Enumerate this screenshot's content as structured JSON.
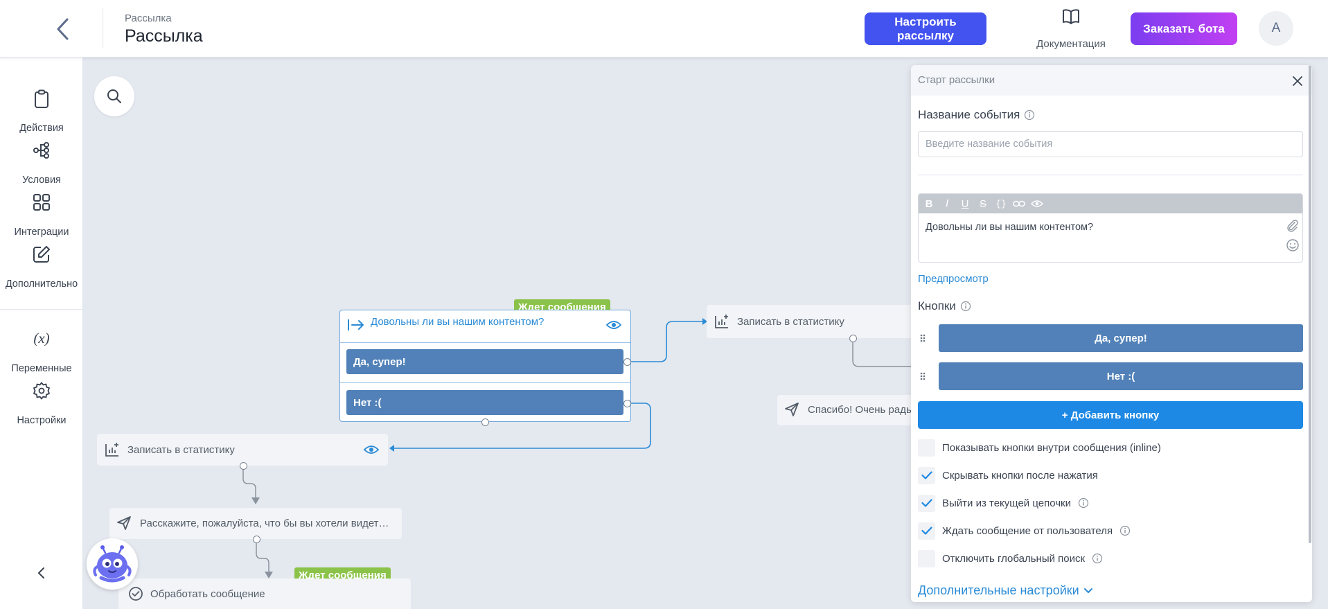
{
  "header": {
    "breadcrumb": "Рассылка",
    "title": "Рассылка",
    "configure_label": "Настроить рассылку",
    "docs_label": "Документация",
    "order_label": "Заказать бота",
    "avatar_initial": "A"
  },
  "sidebar": {
    "items": [
      {
        "label": "Действия",
        "icon": "clipboard-icon"
      },
      {
        "label": "Условия",
        "icon": "branch-icon"
      },
      {
        "label": "Интеграции",
        "icon": "grid-icon"
      },
      {
        "label": "Дополнительно",
        "icon": "edit-icon"
      },
      {
        "label": "Переменные",
        "icon": "variable-icon"
      },
      {
        "label": "Настройки",
        "icon": "gear-icon"
      }
    ]
  },
  "canvas": {
    "question_node": {
      "badge": "Ждет сообщения",
      "title": "Довольны ли вы нашим контентом?",
      "buttons": [
        "Да, супер!",
        "Нет :("
      ]
    },
    "stat_node_right": "Записать в статистику",
    "thanks_node": "Спасибо! Очень радь",
    "stat_node_left": "Записать в статистику",
    "ask_node": "Расскажите, пожалуйста, что бы вы хотели видет…",
    "process_node": {
      "badge": "Ждет сообщения",
      "title": "Обработать сообщение"
    }
  },
  "panel": {
    "header": "Старт рассылки",
    "event_name_label": "Название события",
    "event_name_placeholder": "Введите название события",
    "message_text": "Довольны ли вы нашим контентом?",
    "toolbar": [
      "B",
      "I",
      "U",
      "S",
      "{}"
    ],
    "preview_label": "Предпросмотр",
    "buttons_label": "Кнопки",
    "buttons": [
      "Да, супер!",
      "Нет :("
    ],
    "add_button_label": "+ Добавить кнопку",
    "options": [
      {
        "label": "Показывать кнопки внутри сообщения (inline)",
        "checked": false,
        "info": false
      },
      {
        "label": "Скрывать кнопки после нажатия",
        "checked": true,
        "info": false
      },
      {
        "label": "Выйти из текущей цепочки",
        "checked": true,
        "info": true
      },
      {
        "label": "Ждать сообщение от пользователя",
        "checked": true,
        "info": true
      },
      {
        "label": "Отключить глобальный поиск",
        "checked": false,
        "info": true
      }
    ],
    "more_settings_label": "Дополнительные настройки"
  },
  "colors": {
    "primary": "#4353ef",
    "node_button": "#5181b8",
    "badge": "#8bc34a",
    "link": "#2a8bd6",
    "add_button": "#1d89e4"
  }
}
